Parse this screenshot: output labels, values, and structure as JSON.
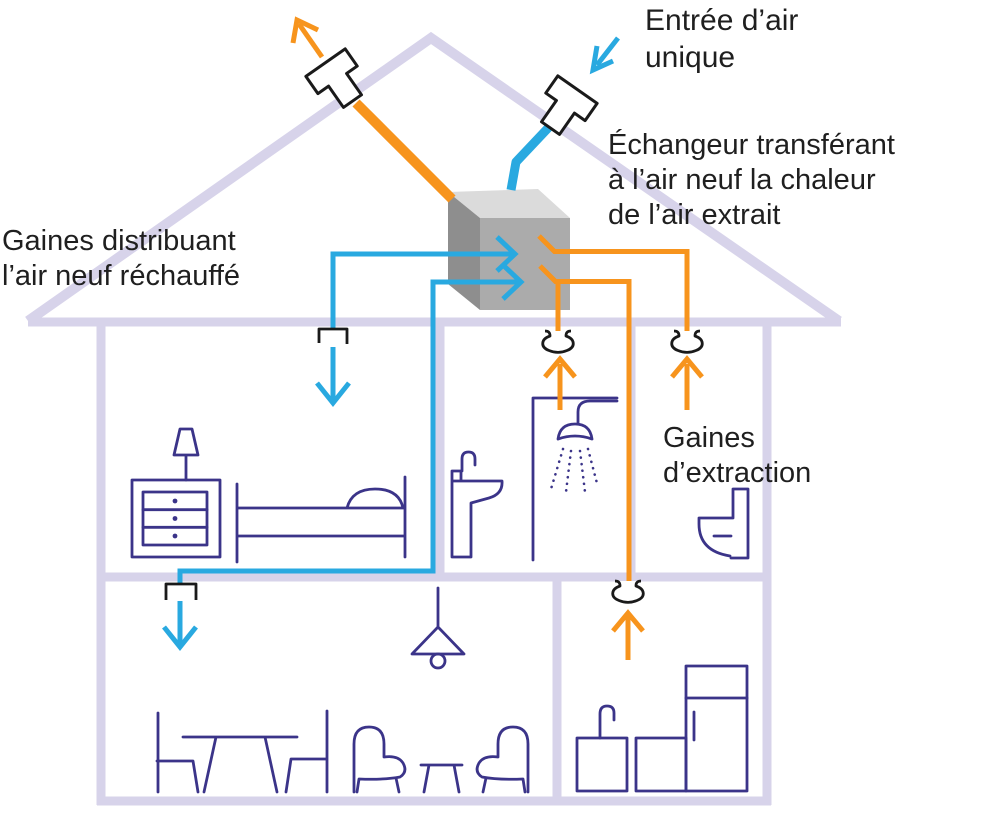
{
  "labels": {
    "air_inlet": "Entrée d’air\nunique",
    "exchanger": "Échangeur transférant\nà l’air neuf la chaleur\nde l’air extrait",
    "supply_ducts": "Gaines distribuant\nl’air neuf réchauffé",
    "extraction_ducts": "Gaines\nd’extraction"
  },
  "colors": {
    "fresh_air_blue": "#29a9e0",
    "extract_air_orange": "#f7941d",
    "house_lavender": "#d7d3ea",
    "furniture_indigo": "#3b3489",
    "vent_black": "#1a1a1a",
    "text": "#1f1f1f",
    "exchanger_top": "#dbdbdb",
    "exchanger_front": "#ababab",
    "exchanger_side": "#8e8e8e"
  },
  "icons": {
    "roof_vent": "rotated T chimney cap",
    "supply_vent": "open bracket ceiling diffuser",
    "extraction_valve": "cup-shaped extraction valve",
    "flow_arrow": "open V arrowhead"
  }
}
